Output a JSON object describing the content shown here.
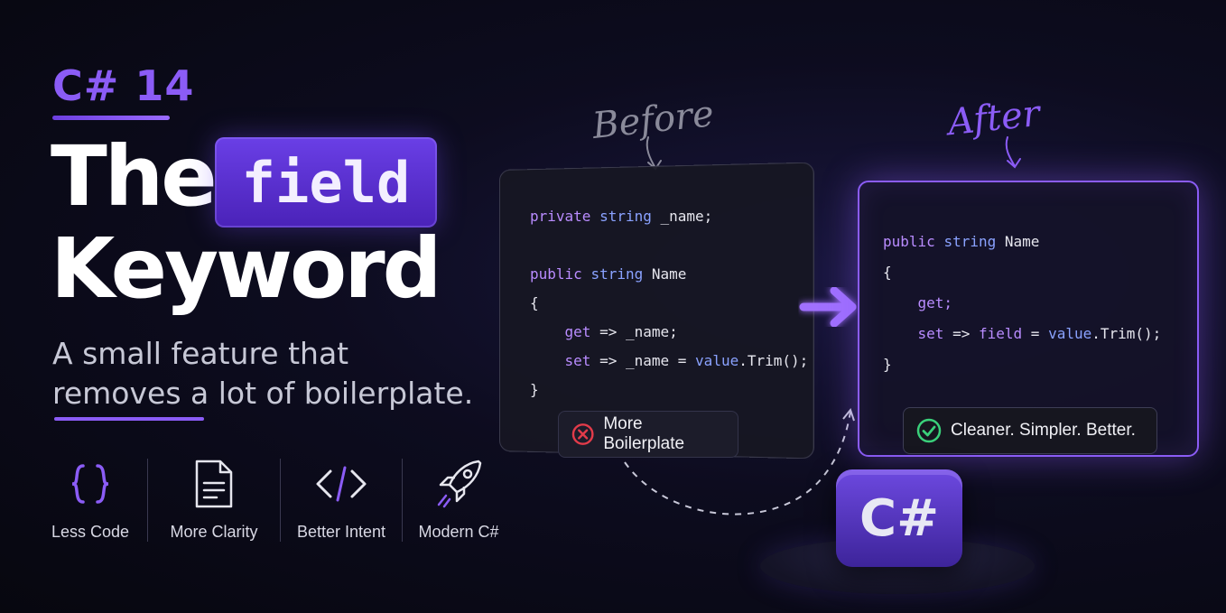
{
  "hero": {
    "version": "C# 14",
    "title_part1": "The",
    "keyword": "field",
    "title_part2": "Keyword",
    "subtitle": "A small feature that removes a lot of boilerplate."
  },
  "features": [
    {
      "icon": "curly-braces-icon",
      "label": "Less Code"
    },
    {
      "icon": "document-icon",
      "label": "More Clarity"
    },
    {
      "icon": "code-tag-icon",
      "label": "Better Intent"
    },
    {
      "icon": "rocket-icon",
      "label": "Modern C#"
    }
  ],
  "before": {
    "label": "Before",
    "code": {
      "l1a": "private",
      "l1b": "string",
      "l1c": "_name;",
      "l2a": "public",
      "l2b": "string",
      "l2c": "Name",
      "l3": "{",
      "l4a": "get",
      "l4b": "=> _name;",
      "l5a": "set",
      "l5b": "=> _name = ",
      "l5c": "value",
      "l5d": ".Trim();",
      "l6": "}"
    },
    "badge": "More Boilerplate"
  },
  "after": {
    "label": "After",
    "code": {
      "l1a": "public",
      "l1b": "string",
      "l1c": "Name",
      "l2": "{",
      "l3": "get;",
      "l4a": "set",
      "l4b": "=> ",
      "l4c": "field",
      "l4d": " = ",
      "l4e": "value",
      "l4f": ".Trim();",
      "l5": "}"
    },
    "badge": "Cleaner. Simpler. Better."
  },
  "logo": "C#",
  "colors": {
    "accent": "#8b5cf6",
    "bad": "#e23b4a",
    "good": "#3ad07a"
  }
}
